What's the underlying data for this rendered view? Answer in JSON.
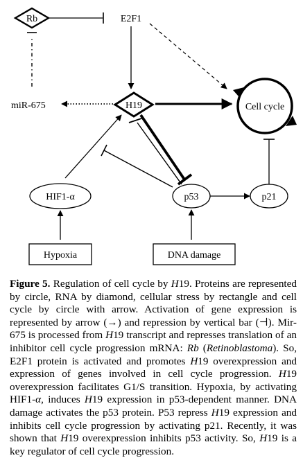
{
  "diagram": {
    "nodes": {
      "rb": "Rb",
      "e2f1": "E2F1",
      "mir675": "miR-675",
      "h19": "H19",
      "cell_cycle": "Cell cycle",
      "hif1a": "HIF1-α",
      "p53": "p53",
      "p21": "p21",
      "hypoxia": "Hypoxia",
      "dna_damage": "DNA damage"
    }
  },
  "caption": {
    "label": "Figure 5.",
    "parts": [
      {
        "t": " Regulation of cell cycle by "
      },
      {
        "t": "H",
        "i": true
      },
      {
        "t": "19. Proteins are represented by circle, RNA by diamond, cellular stress by rectangle and cell cycle by circle with arrow. Activation of gene expression is represented by arrow (→) and repression by vertical bar (⊣). Mir-675 is processed from "
      },
      {
        "t": "H",
        "i": true
      },
      {
        "t": "19 transcript and represses translation of an inhibitor cell cycle progression mRNA: "
      },
      {
        "t": "Rb",
        "i": true
      },
      {
        "t": " ("
      },
      {
        "t": "Retinoblastoma",
        "i": true
      },
      {
        "t": "). So, E2F1 protein is activated and promotes "
      },
      {
        "t": "H",
        "i": true
      },
      {
        "t": "19 overexpression and expression of genes involved in cell cycle progression. "
      },
      {
        "t": "H",
        "i": true
      },
      {
        "t": "19 overexpression facilitates G1/S transition. Hypoxia, by activating HIF1-"
      },
      {
        "t": "α",
        "i": true
      },
      {
        "t": ", induces "
      },
      {
        "t": "H",
        "i": true
      },
      {
        "t": "19 expression in p53-dependent manner. DNA damage activates the p53 protein. P53 repress "
      },
      {
        "t": "H",
        "i": true
      },
      {
        "t": "19 expression and inhibits cell cycle progression by activating p21. Recently, it was shown that "
      },
      {
        "t": "H",
        "i": true
      },
      {
        "t": "19 overexpression inhibits p53 activity. So, "
      },
      {
        "t": "H",
        "i": true
      },
      {
        "t": "19 is a key regulator of cell cycle progression."
      }
    ]
  }
}
